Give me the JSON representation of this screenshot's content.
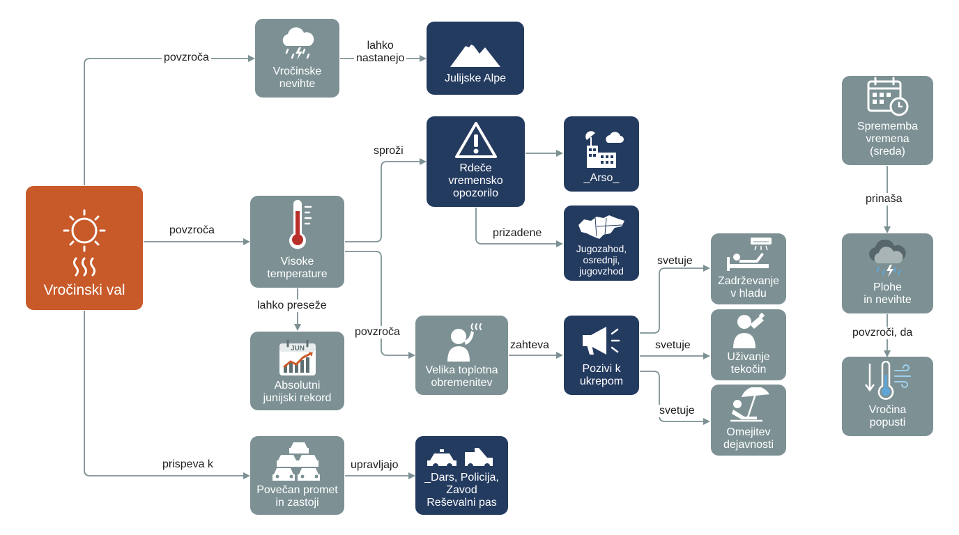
{
  "colors": {
    "gray": "#7d9194",
    "navy": "#243b60",
    "orange": "#c85a2a",
    "connector": "#7d9194"
  },
  "nodes": {
    "heatwave": {
      "label": "Vročinski val",
      "icon": "sun-heat-icon"
    },
    "storms": {
      "label": "Vročinske\nnevihte",
      "icon": "storm-cloud-icon"
    },
    "alps": {
      "label": "Julijske Alpe",
      "icon": "mountain-icon"
    },
    "high_temp": {
      "label": "Visoke\ntemperature",
      "icon": "thermometer-icon"
    },
    "red_alert": {
      "label": "Rdeče\nvremensko\nopozorilo",
      "icon": "warning-icon"
    },
    "arso": {
      "label": "_Arso_",
      "icon": "arso-building-icon"
    },
    "regions": {
      "label": "Jugozahod,\nosrednji,\njugovzhod",
      "icon": "slovenia-map-icon"
    },
    "record": {
      "label": "Absolutni\njunijski rekord",
      "icon": "calendar-chart-icon",
      "calendar_text": "JUN"
    },
    "heat_stress": {
      "label": "Velika toplotna\nobremenitev",
      "icon": "sweating-person-icon"
    },
    "calls": {
      "label": "Pozivi k\nukrepom",
      "icon": "megaphone-icon"
    },
    "cool": {
      "label": "Zadrževanje\nv hladu",
      "icon": "resting-ac-icon"
    },
    "fluids": {
      "label": "Uživanje\ntekočin",
      "icon": "drinking-person-icon"
    },
    "limit": {
      "label": "Omejitev\ndejavnosti",
      "icon": "beach-umbrella-icon"
    },
    "traffic": {
      "label": "Povečan promet\nin zastoji",
      "icon": "cars-icon"
    },
    "dars": {
      "label": "_Dars, Policija,\nZavod\nReševalni pas",
      "icon": "police-tow-icon"
    },
    "weather_change": {
      "label": "Sprememba\nvremena\n(sreda)",
      "icon": "calendar-clock-icon"
    },
    "showers": {
      "label": "Plohe\nin nevihte",
      "icon": "rain-lightning-icon"
    },
    "heat_eases": {
      "label": "Vročina\npopusti",
      "icon": "cooling-thermometer-icon"
    }
  },
  "edges": {
    "heatwave_storms": "povzroča",
    "storms_alps": "lahko\nnastanejo",
    "heatwave_hightemp": "povzroča",
    "hightemp_alert": "sproži",
    "alert_regions": "prizadene",
    "hightemp_record": "lahko preseže",
    "hightemp_stress": "povzroča",
    "stress_calls": "zahteva",
    "calls_cool": "svetuje",
    "calls_fluids": "svetuje",
    "calls_limit": "svetuje",
    "heatwave_traffic": "prispeva k",
    "traffic_dars": "upravljajo",
    "change_showers": "prinaša",
    "showers_eases": "povzroči, da"
  }
}
